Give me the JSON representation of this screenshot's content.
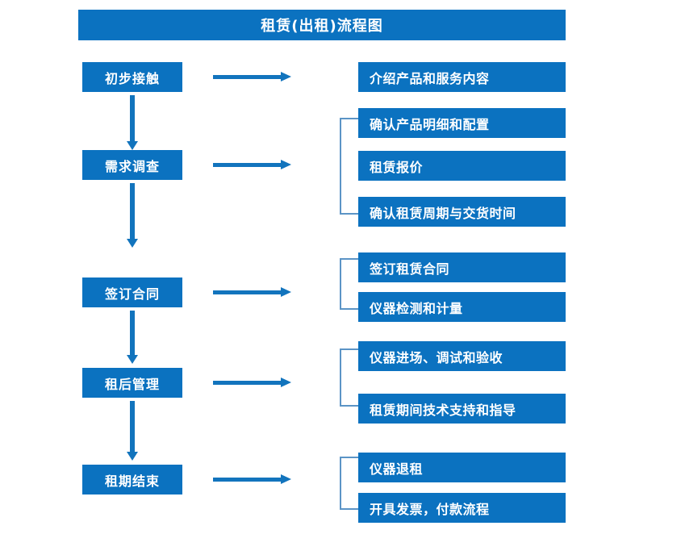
{
  "diagram": {
    "title": "租赁(出租)流程图",
    "accent_color": "#0b72c0",
    "arrow_color": "#1274bd",
    "bracket_color": "#5b94c6",
    "stages": [
      {
        "id": "initial-contact",
        "label": "初步接触",
        "details": [
          "介绍产品和服务内容"
        ]
      },
      {
        "id": "needs-survey",
        "label": "需求调查",
        "details": [
          "确认产品明细和配置",
          "租赁报价",
          "确认租赁周期与交货时间"
        ]
      },
      {
        "id": "sign-contract",
        "label": "签订合同",
        "details": [
          "签订租赁合同",
          "仪器检测和计量"
        ]
      },
      {
        "id": "post-rental-management",
        "label": "租后管理",
        "details": [
          "仪器进场、调试和验收",
          "租赁期间技术支持和指导"
        ]
      },
      {
        "id": "rental-end",
        "label": "租期结束",
        "details": [
          "仪器退租",
          "开具发票，付款流程"
        ]
      }
    ],
    "details_flat": [
      "介绍产品和服务内容",
      "确认产品明细和配置",
      "租赁报价",
      "确认租赁周期与交货时间",
      "签订租赁合同",
      "仪器检测和计量",
      "仪器进场、调试和验收",
      "租赁期间技术支持和指导",
      "仪器退租",
      "开具发票，付款流程"
    ]
  }
}
